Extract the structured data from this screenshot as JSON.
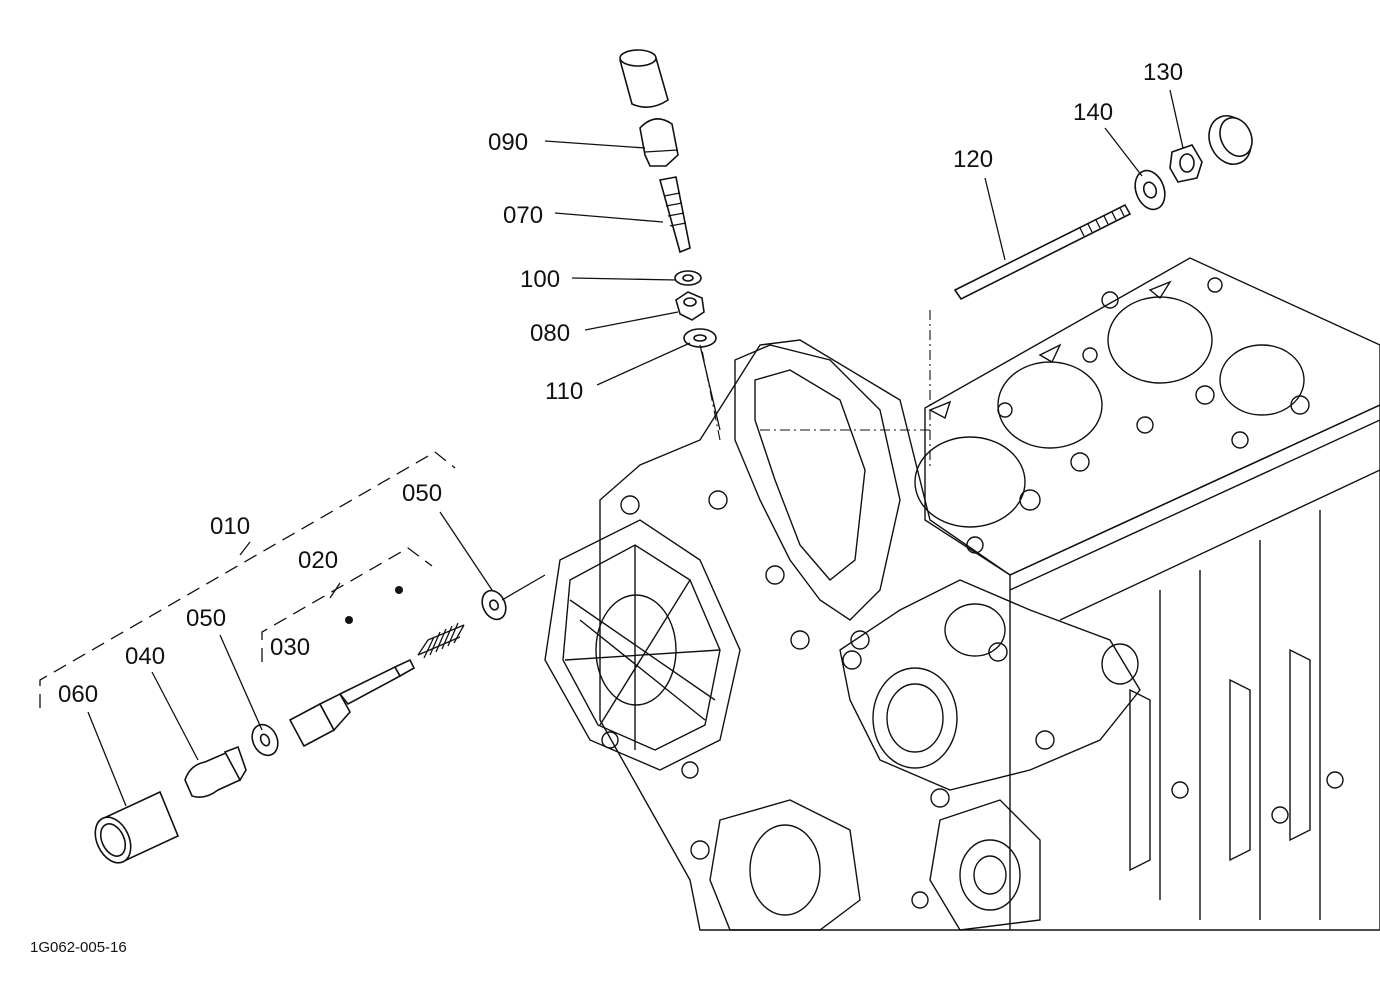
{
  "diagram": {
    "figure_code": "1G062-005-16",
    "callouts": {
      "p010": "010",
      "p020": "020",
      "p030": "030",
      "p040": "040",
      "p050a": "050",
      "p050b": "050",
      "p060": "060",
      "p070": "070",
      "p080": "080",
      "p090": "090",
      "p100": "100",
      "p110": "110",
      "p120": "120",
      "p130": "130",
      "p140": "140"
    }
  }
}
